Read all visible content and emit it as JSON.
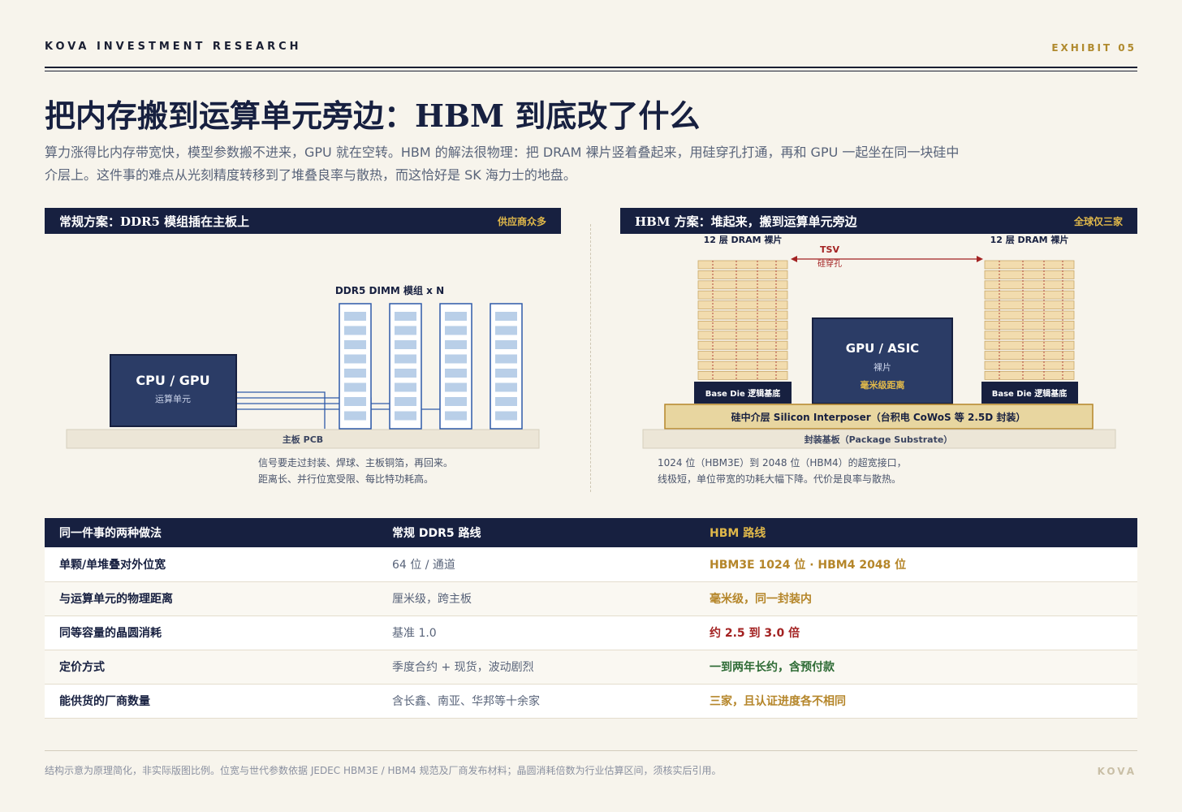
{
  "header": {
    "brand": "KOVA INVESTMENT RESEARCH",
    "exhibit": "EXHIBIT 05",
    "title": "把内存搬到运算单元旁边：HBM 到底改了什么",
    "subtitle": "算力涨得比内存带宽快，模型参数搬不进来，GPU 就在空转。HBM 的解法很物理：把 DRAM 裸片竖着叠起来，用硅穿孔打通，再和 GPU 一起坐在同一块硅中介层上。这件事的难点从光刻精度转移到了堆叠良率与散热，而这恰好是 SK 海力士的地盘。"
  },
  "left_panel": {
    "title": "常规方案：DDR5 模组插在主板上",
    "tag": "供应商众多",
    "cpu_label": "CPU / GPU",
    "cpu_sub": "运算单元",
    "dimm_label": "DDR5 DIMM 模组 x N",
    "pcb_label": "主板 PCB",
    "caption_line1": "信号要走过封装、焊球、主板铜箔，再回来。",
    "caption_line2": "距离长、并行位宽受限、每比特功耗高。"
  },
  "right_panel": {
    "title": "HBM 方案：堆起来，搬到运算单元旁边",
    "tag": "全球仅三家",
    "stack_label_left": "12 层 DRAM 裸片",
    "stack_label_right": "12 层 DRAM 裸片",
    "tsv_label": "TSV",
    "tsv_sub": "硅穿孔",
    "gpu_label": "GPU / ASIC",
    "gpu_sub": "裸片",
    "gpu_note": "毫米级距离",
    "base_die_left": "Base Die 逻辑基底",
    "base_die_right": "Base Die 逻辑基底",
    "interposer_label": "硅中介层 Silicon Interposer（台积电 CoWoS 等 2.5D 封装）",
    "substrate_label": "封装基板（Package Substrate）",
    "caption_line1": "1024 位（HBM3E）到 2048 位（HBM4）的超宽接口，",
    "caption_line2": "线极短，单位带宽的功耗大幅下降。代价是良率与散热。"
  },
  "table": {
    "headers": [
      "同一件事的两种做法",
      "常规 DDR5 路线",
      "HBM 路线"
    ],
    "rows": [
      {
        "item": "单颗/单堆叠对外位宽",
        "ddr5": "64 位 / 通道",
        "hbm": "HBM3E 1024 位 · HBM4 2048 位",
        "tone": "gold"
      },
      {
        "item": "与运算单元的物理距离",
        "ddr5": "厘米级，跨主板",
        "hbm": "毫米级，同一封装内",
        "tone": "gold"
      },
      {
        "item": "同等容量的晶圆消耗",
        "ddr5": "基准 1.0",
        "hbm": "约 2.5 到 3.0 倍",
        "tone": "red"
      },
      {
        "item": "定价方式",
        "ddr5": "季度合约 + 现货，波动剧烈",
        "hbm": "一到两年长约，含预付款",
        "tone": "green"
      },
      {
        "item": "能供货的厂商数量",
        "ddr5": "含长鑫、南亚、华邦等十余家",
        "hbm": "三家，且认证进度各不相同",
        "tone": "gold"
      }
    ]
  },
  "footer": {
    "note": "结构示意为原理简化，非实际版图比例。位宽与世代参数依据 JEDEC HBM3E / HBM4 规范及厂商发布材料；晶圆消耗倍数为行业估算区间，须核实后引用。",
    "logo": "KOVA"
  },
  "colors": {
    "navy": "#172040",
    "gold": "#b5862a",
    "red": "#a32222",
    "green": "#2e6b35",
    "background": "#f7f4ec"
  }
}
